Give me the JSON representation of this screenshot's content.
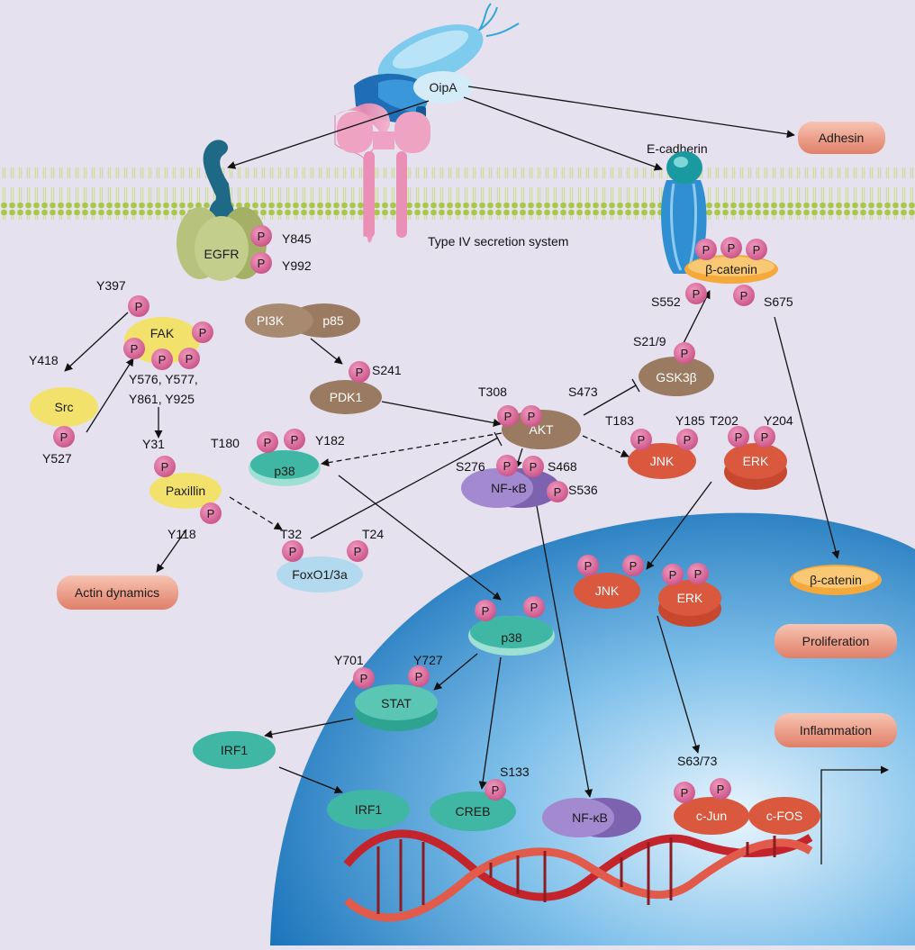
{
  "labels": {
    "oipa": "OipA",
    "adhesin": "Adhesin",
    "ecadherin": "E-cadherin",
    "egfr": "EGFR",
    "y845": "Y845",
    "y992": "Y992",
    "t4ss": "Type IV secretion system",
    "bcatenin_mem": "β-catenin",
    "s552": "S552",
    "s675": "S675",
    "y397": "Y397",
    "fak": "FAK",
    "y418": "Y418",
    "src": "Src",
    "y527": "Y527",
    "y576": "Y576, Y577,",
    "y861": "Y861, Y925",
    "pi3k": "PI3K",
    "p85": "p85",
    "s241": "S241",
    "pdk1": "PDK1",
    "s219": "S21/9",
    "gsk3b": "GSK3β",
    "t308": "T308",
    "s473": "S473",
    "akt": "AKT",
    "t183": "T183",
    "y185": "Y185",
    "t202": "T202",
    "y204": "Y204",
    "jnk_cyto": "JNK",
    "erk_cyto": "ERK",
    "y31": "Y31",
    "paxillin": "Paxillin",
    "t180": "T180",
    "y182": "Y182",
    "p38_cyto": "p38",
    "s276": "S276",
    "s468": "S468",
    "s536": "S536",
    "nfkb_cyto": "NF-κB",
    "y118": "Y118",
    "t32": "T32",
    "t24": "T24",
    "foxo": "FoxO1/3a",
    "actin": "Actin dynamics",
    "jnk_nuc": "JNK",
    "erk_nuc": "ERK",
    "bcatenin_nuc": "β-catenin",
    "proliferation": "Proliferation",
    "inflammation": "Inflammation",
    "p38_nuc": "p38",
    "y701": "Y701",
    "y727": "Y727",
    "stat": "STAT",
    "irf1_a": "IRF1",
    "irf1_b": "IRF1",
    "s133": "S133",
    "creb": "CREB",
    "nfkb_nuc": "NF-κB",
    "s6373": "S63/73",
    "cjun": "c-Jun",
    "cfos": "c-FOS",
    "p": "P"
  },
  "colors": {
    "background": "#e6e1ef",
    "membrane": "#a9c845",
    "nucleus": "#1d7fc4",
    "phospho": "#d46a9b",
    "outcome": "#e9907a",
    "akt_pdk1": "#9a7b62",
    "src_fak": "#f2e26b",
    "p38_stat": "#3fb7a4",
    "nfkb": "#8e73c0",
    "jnk_erk": "#d9583e",
    "foxo": "#b3d9ef",
    "bcatenin": "#f5a93b"
  }
}
